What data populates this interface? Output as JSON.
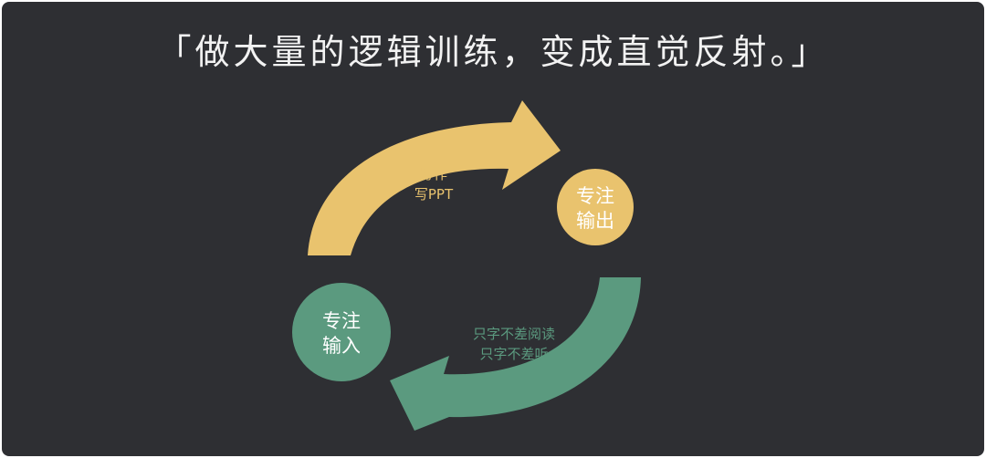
{
  "title": "「做大量的逻辑训练，变成直觉反射。」",
  "colors": {
    "background": "#2e2f33",
    "yellow": "#e9c36e",
    "green": "#5b9a7f",
    "title_text": "#f2f2f2"
  },
  "nodes": {
    "output": {
      "line1": "专注",
      "line2": "输出"
    },
    "input": {
      "line1": "专注",
      "line2": "输入"
    }
  },
  "arrows": {
    "top": {
      "line1": "写作",
      "line2": "写PPT"
    },
    "bottom": {
      "line1": "只字不差阅读",
      "line2": "只字不差听"
    }
  }
}
